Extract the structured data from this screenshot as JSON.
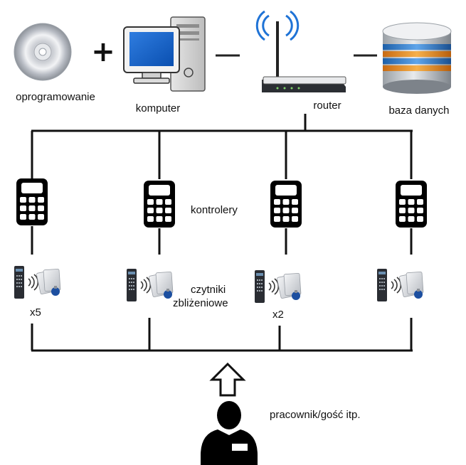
{
  "nodes": {
    "software": {
      "label": "oprogramowanie",
      "icon": "cd-disc-icon"
    },
    "computer": {
      "label": "komputer",
      "icon": "desktop-computer-icon"
    },
    "router": {
      "label": "router",
      "icon": "wifi-router-icon"
    },
    "database": {
      "label": "baza danych",
      "icon": "database-icon"
    }
  },
  "connectors": {
    "plus": "+"
  },
  "controllers": {
    "label": "kontrolery",
    "icon": "controller-keypad-icon"
  },
  "readers": {
    "label_line1": "czytniki",
    "label_line2": "zbliżeniowe",
    "icon": "proximity-reader-icon",
    "counts": [
      "x5",
      "x2"
    ]
  },
  "user": {
    "label": "pracownik/gość itp.",
    "icon": "person-icon",
    "arrow_icon": "arrow-up-icon"
  }
}
